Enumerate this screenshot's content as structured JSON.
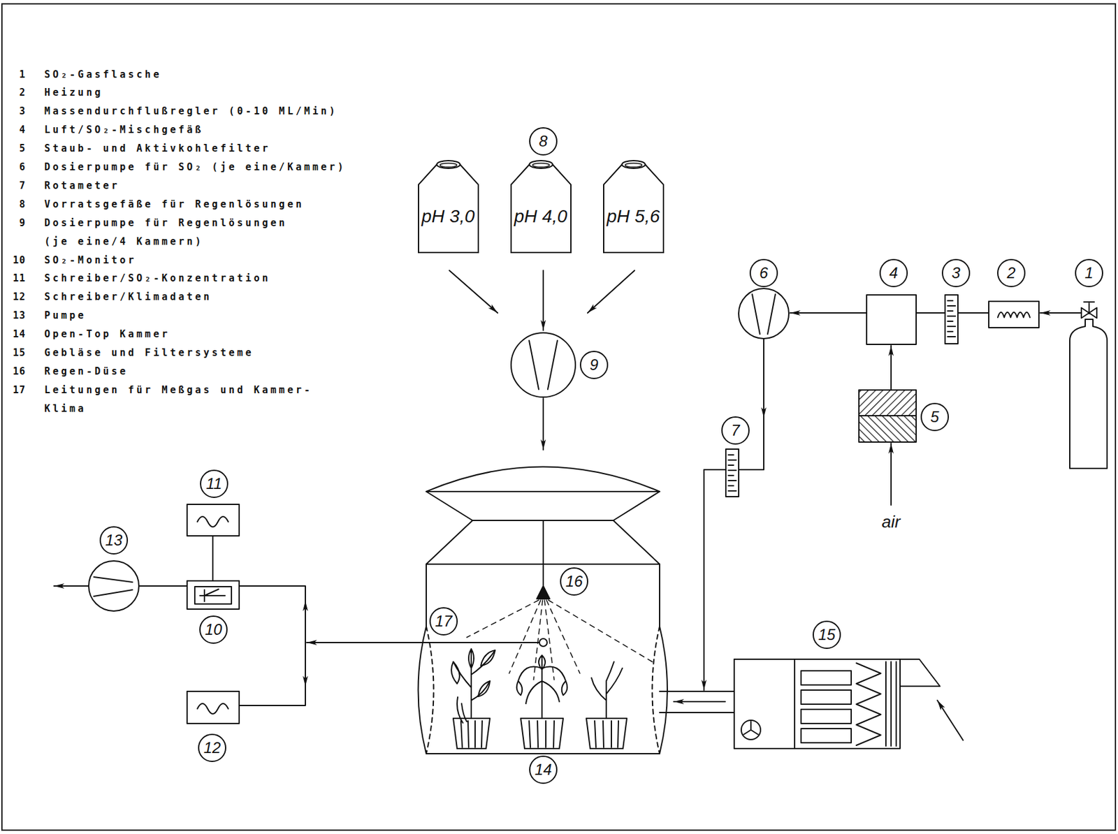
{
  "diagram": {
    "nodes": [
      {
        "text": [
          "8"
        ]
      },
      {
        "text": [
          "pH 3,0"
        ]
      },
      {
        "text": [
          "pH 4,0"
        ]
      },
      {
        "text": [
          "pH 5,6"
        ]
      },
      {
        "text": [
          "9"
        ]
      },
      {
        "text": [
          "6"
        ]
      },
      {
        "text": [
          "4"
        ]
      },
      {
        "text": [
          "3"
        ]
      },
      {
        "text": [
          "2"
        ]
      },
      {
        "text": [
          "1"
        ]
      },
      {
        "text": [
          "5"
        ]
      },
      {
        "text": [
          "7"
        ]
      },
      {
        "text": [
          "11"
        ]
      },
      {
        "text": [
          "13"
        ]
      },
      {
        "text": [
          "16"
        ]
      },
      {
        "text": [
          "17"
        ]
      },
      {
        "text": [
          "15"
        ]
      },
      {
        "text": [
          "10"
        ]
      },
      {
        "text": [
          "12"
        ]
      },
      {
        "text": [
          "14"
        ]
      }
    ],
    "labels": [
      "1",
      "SO₂-Gasflasche",
      "2",
      "Heizung",
      "3",
      "Massendurchflußregler (0-10 ML/Min)",
      "4",
      "Luft/SO₂-Mischgefäß",
      "5",
      "Staub- und Aktivkohlefilter",
      "6",
      "Dosierpumpe für SO₂ (je eine/Kammer)",
      "7",
      "Rotameter",
      "8",
      "Vorratsgefäße für Regenlösungen",
      "9",
      "Dosierpumpe für Regenlösungen (je eine/4 Kammern)",
      "10",
      "SO₂-Monitor",
      "11",
      "Schreiber/SO₂-Konzentration",
      "12",
      "Schreiber/Klimadaten",
      "13",
      "Pumpe",
      "14",
      "Open-Top Kammer",
      "15",
      "Gebläse und Filtersysteme",
      "16",
      "Regen-Düse",
      "17",
      "Leitungen für Meßgas und Kammer- Klima",
      "air"
    ]
  }
}
